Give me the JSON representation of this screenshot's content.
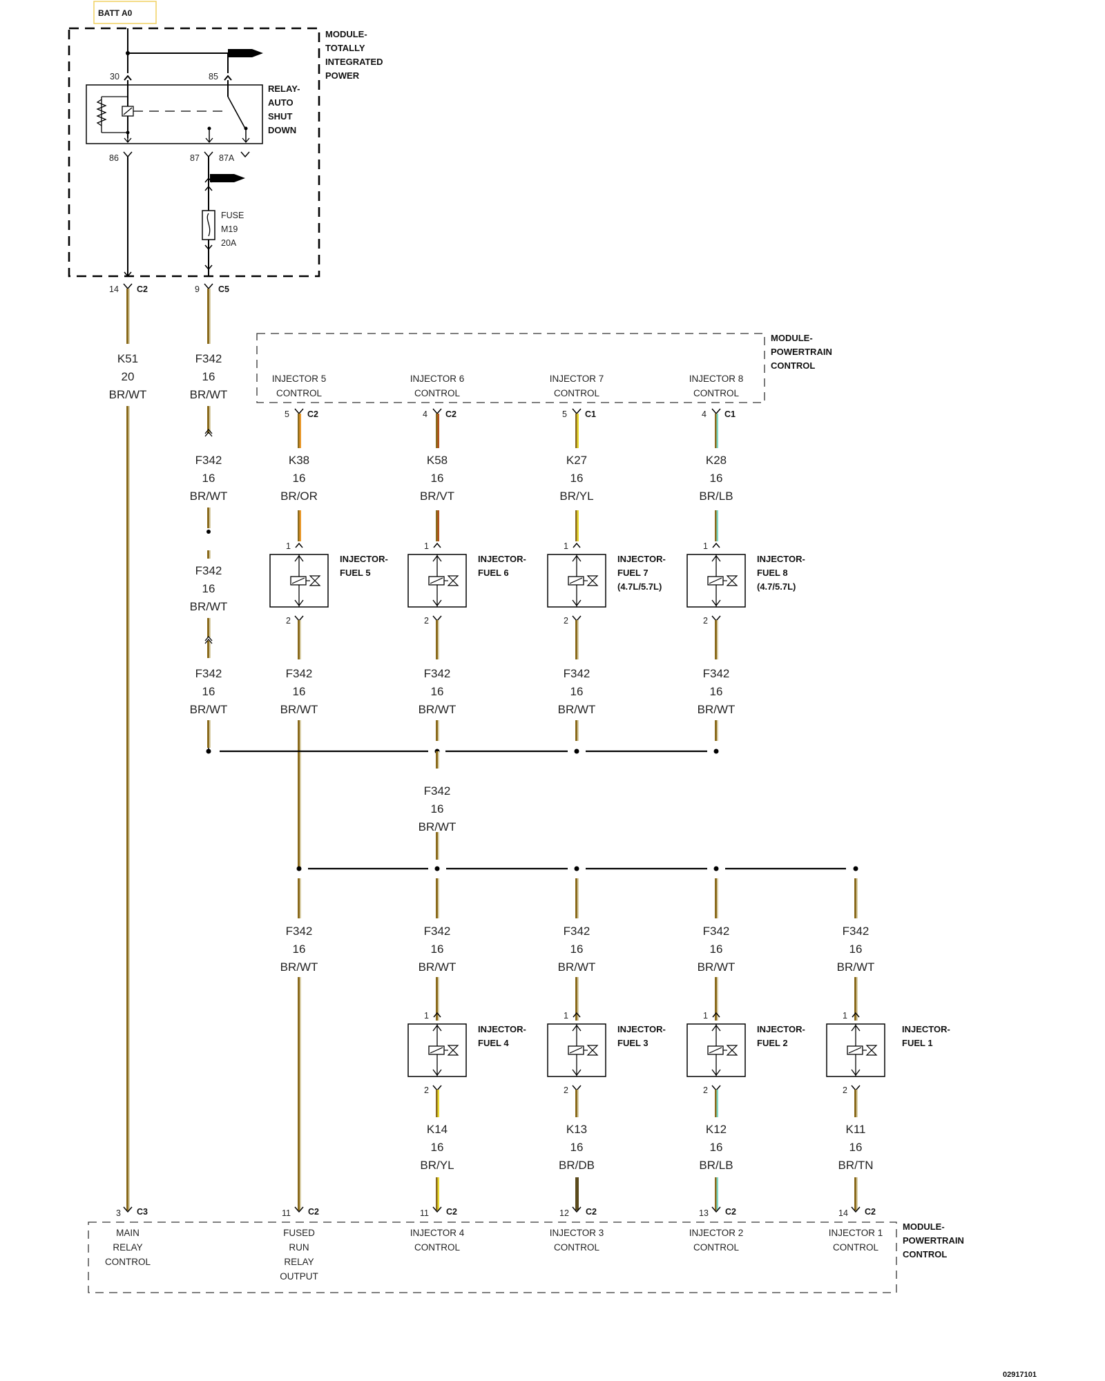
{
  "batt_label": "BATT A0",
  "tipm": {
    "title_lines": [
      "MODULE-",
      "TOTALLY",
      "INTEGRATED",
      "POWER"
    ],
    "relay_lines": [
      "RELAY-",
      "AUTO",
      "SHUT",
      "DOWN"
    ],
    "pins": {
      "p30": "30",
      "p85": "85",
      "p86": "86",
      "p87": "87",
      "p87a": "87A"
    },
    "fuse_lines": [
      "FUSE",
      "M19",
      "20A"
    ],
    "out_left": {
      "pin": "14",
      "conn": "C2"
    },
    "out_right": {
      "pin": "9",
      "conn": "C5"
    }
  },
  "pcm_top": {
    "title_lines": [
      "MODULE-",
      "POWERTRAIN",
      "CONTROL"
    ],
    "ports": [
      {
        "l1": "INJECTOR 5",
        "l2": "CONTROL",
        "pin": "5",
        "conn": "C2"
      },
      {
        "l1": "INJECTOR 6",
        "l2": "CONTROL",
        "pin": "4",
        "conn": "C2"
      },
      {
        "l1": "INJECTOR 7",
        "l2": "CONTROL",
        "pin": "5",
        "conn": "C1"
      },
      {
        "l1": "INJECTOR 8",
        "l2": "CONTROL",
        "pin": "4",
        "conn": "C1"
      }
    ]
  },
  "pcm_bottom": {
    "title_lines": [
      "MODULE-",
      "POWERTRAIN",
      "CONTROL"
    ],
    "ports": [
      {
        "lines": [
          "MAIN",
          "RELAY",
          "CONTROL"
        ],
        "pin": "3",
        "conn": "C3"
      },
      {
        "lines": [
          "FUSED",
          "RUN",
          "RELAY",
          "OUTPUT"
        ],
        "pin": "11",
        "conn": "C2"
      },
      {
        "lines": [
          "INJECTOR 4",
          "CONTROL"
        ],
        "pin": "11",
        "conn": "C2"
      },
      {
        "lines": [
          "INJECTOR 3",
          "CONTROL"
        ],
        "pin": "12",
        "conn": "C2"
      },
      {
        "lines": [
          "INJECTOR 2",
          "CONTROL"
        ],
        "pin": "13",
        "conn": "C2"
      },
      {
        "lines": [
          "INJECTOR 1",
          "CONTROL"
        ],
        "pin": "14",
        "conn": "C2"
      }
    ]
  },
  "wires": {
    "k51": [
      "K51",
      "20",
      "BR/WT"
    ],
    "f342_a": [
      "F342",
      "16",
      "BR/WT"
    ],
    "f342_b": [
      "F342",
      "16",
      "BR/WT"
    ],
    "f342_c": [
      "F342",
      "16",
      "BR/WT"
    ],
    "f342_d": [
      "F342",
      "16",
      "BR/WT"
    ],
    "k38": [
      "K38",
      "16",
      "BR/OR"
    ],
    "k58": [
      "K58",
      "16",
      "BR/VT"
    ],
    "k27": [
      "K27",
      "16",
      "BR/YL"
    ],
    "k28": [
      "K28",
      "16",
      "BR/LB"
    ],
    "f342_i5": [
      "F342",
      "16",
      "BR/WT"
    ],
    "f342_i6": [
      "F342",
      "16",
      "BR/WT"
    ],
    "f342_i7": [
      "F342",
      "16",
      "BR/WT"
    ],
    "f342_i8": [
      "F342",
      "16",
      "BR/WT"
    ],
    "f342_mid": [
      "F342",
      "16",
      "BR/WT"
    ],
    "f342_run": [
      "F342",
      "16",
      "BR/WT"
    ],
    "f342_i4": [
      "F342",
      "16",
      "BR/WT"
    ],
    "f342_i3": [
      "F342",
      "16",
      "BR/WT"
    ],
    "f342_i2": [
      "F342",
      "16",
      "BR/WT"
    ],
    "f342_i1": [
      "F342",
      "16",
      "BR/WT"
    ],
    "k14": [
      "K14",
      "16",
      "BR/YL"
    ],
    "k13": [
      "K13",
      "16",
      "BR/DB"
    ],
    "k12": [
      "K12",
      "16",
      "BR/LB"
    ],
    "k11": [
      "K11",
      "16",
      "BR/TN"
    ]
  },
  "injectors": {
    "fuel5": [
      "INJECTOR-",
      "FUEL 5"
    ],
    "fuel6": [
      "INJECTOR-",
      "FUEL 6"
    ],
    "fuel7": [
      "INJECTOR-",
      "FUEL 7",
      "(4.7L/5.7L)"
    ],
    "fuel8": [
      "INJECTOR-",
      "FUEL 8",
      "(4.7/5.7L)"
    ],
    "fuel4": [
      "INJECTOR-",
      "FUEL 4"
    ],
    "fuel3": [
      "INJECTOR-",
      "FUEL 3"
    ],
    "fuel2": [
      "INJECTOR-",
      "FUEL 2"
    ],
    "fuel1": [
      "INJECTOR-",
      "FUEL 1"
    ],
    "pin_in": "1",
    "pin_out": "2"
  },
  "colors": {
    "brown": "#8a6a1c",
    "white_stripe": "#e8e2cc",
    "orange": "#e8982a",
    "violet": "#b0521c",
    "yellow": "#e8d830",
    "light_blue": "#7fd8c8",
    "batt_box": "#f0d060"
  },
  "doc_number": "02917101"
}
